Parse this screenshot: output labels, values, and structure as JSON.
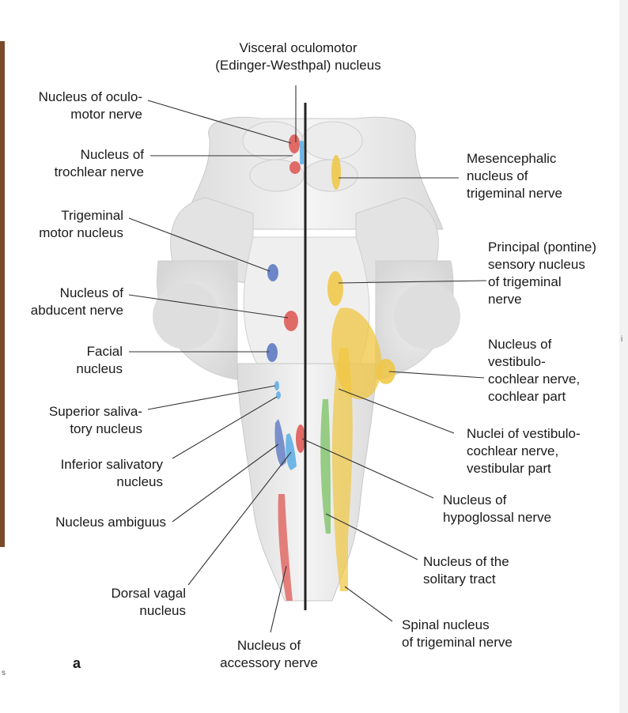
{
  "colors": {
    "motor_somatic": "#e06a66",
    "motor_branchial": "#6d86c8",
    "visceral_motor": "#6fb6e6",
    "somatic_sensory": "#f0c640",
    "visceral_sensory": "#8cc878",
    "brainstem": "#e8e8e8",
    "midline": "#222222",
    "left_strip": "#7a4a2a"
  },
  "labels": {
    "edinger_westphal": "Visceral oculomotor\n(Edinger-Westhpal) nucleus",
    "oculomotor": "Nucleus of oculo-\nmotor nerve",
    "trochlear": "Nucleus of\ntrochlear nerve",
    "trigeminal_motor": "Trigeminal\nmotor nucleus",
    "abducent": "Nucleus of\nabducent nerve",
    "facial": "Facial\nnucleus",
    "superior_salivatory": "Superior saliva-\ntory nucleus",
    "inferior_salivatory": "Inferior salivatory\nnucleus",
    "ambiguus": "Nucleus ambiguus",
    "dorsal_vagal": "Dorsal vagal\nnucleus",
    "accessory": "Nucleus of\naccessory nerve",
    "mesencephalic": "Mesencephalic\nnucleus of\ntrigeminal nerve",
    "principal_sensory": "Principal (pontine)\nsensory nucleus\nof trigeminal\nnerve",
    "cochlear": "Nucleus of\nvestibulo-\ncochlear nerve,\ncochlear part",
    "vestibular": "Nuclei of vestibulo-\ncochlear nerve,\nvestibular part",
    "hypoglossal": "Nucleus of\nhypoglossal nerve",
    "solitary": "Nucleus of the\nsolitary tract",
    "spinal_trigeminal": "Spinal nucleus\nof trigeminal nerve"
  },
  "panel_letter": "a",
  "corner_mark": "s",
  "edge_mark": "i"
}
